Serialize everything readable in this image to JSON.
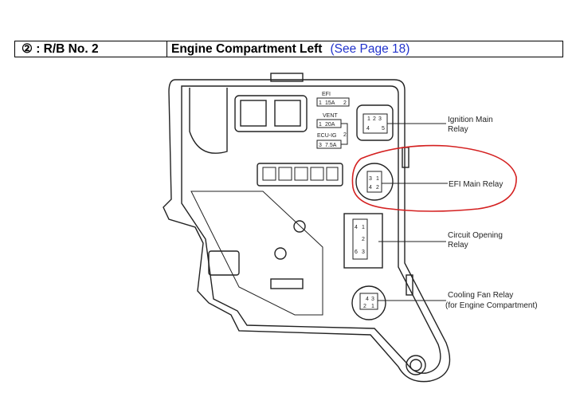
{
  "header": {
    "badge": "②",
    "code": " : R/B No. 2",
    "location": "Engine Compartment Left",
    "link": "(See Page 18)",
    "link_color": "#2233cc"
  },
  "fuses": {
    "efi_name": "EFI",
    "efi_pin1": "1",
    "efi_amp": "15A",
    "efi_pin2": "2",
    "vent_name": "VENT",
    "vent_pin1": "1",
    "vent_amp": "20A",
    "ecu_name": "ECU-IG",
    "ecu_pin3": "3",
    "ecu_amp": "7.5A",
    "shared_pin": "2"
  },
  "relays": [
    {
      "label": "Ignition Main",
      "label2": "Relay",
      "pins": [
        "1",
        "2",
        "3",
        "4",
        "5"
      ]
    },
    {
      "label": "EFI Main Relay",
      "label2": "",
      "pins": [
        "3",
        "1",
        "4",
        "2"
      ],
      "highlighted": true
    },
    {
      "label": "Circuit Opening",
      "label2": "Relay",
      "pins": [
        "4",
        "1",
        "2",
        "6",
        "3"
      ]
    },
    {
      "label": "Cooling Fan Relay",
      "label2": "(for Engine Compartment)",
      "pins": [
        "4",
        "3",
        "2",
        "1"
      ]
    }
  ],
  "highlight_color": "#d42020"
}
